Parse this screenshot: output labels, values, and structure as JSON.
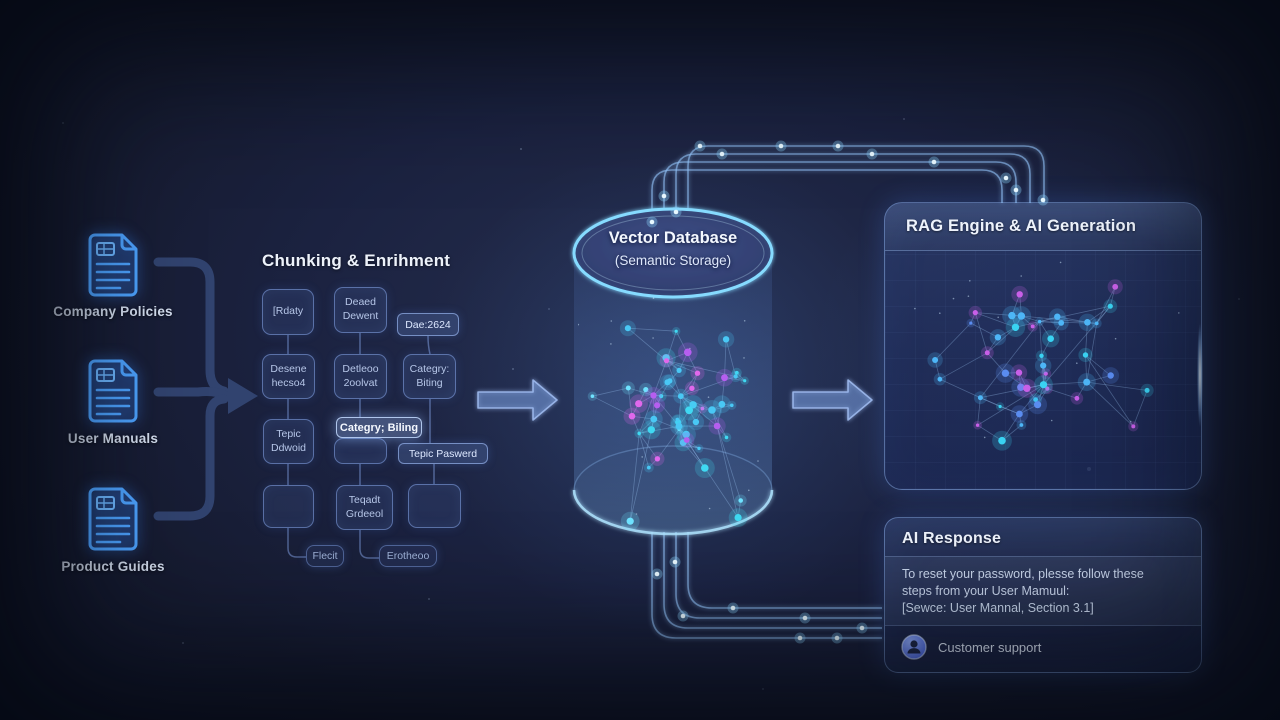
{
  "colors": {
    "background": "#1b2240",
    "accent_blue": "#4da3ff",
    "glow_cyan": "#5fd4ff",
    "node_cyan": "#3fd9f2",
    "node_magenta": "#d969e8",
    "panel_border": "#8fb4ff",
    "text_primary": "#eef3fc",
    "text_muted": "#c9d6ec"
  },
  "sources": {
    "items": [
      {
        "label": "Company Policies"
      },
      {
        "label": "User Manuals"
      },
      {
        "label": "Product Guides"
      }
    ]
  },
  "chunking": {
    "title": "Chunking & Enrihment",
    "col1_box1": "[Rdaty",
    "col1_box2": "Desene hecso4",
    "col1_box3": "Tepic Ddwoid",
    "col2_box1": "Deaed Dewent",
    "col2_box2": "Detleoo 2oolvat",
    "col2_box3": "Teqadt Grdeeol",
    "date_tag": "Dae:2624",
    "category_box": "Categry: Biting",
    "highlight_tag": "Categry; Biling",
    "password_tag": "Tepic Paswerd",
    "bottom_tag1": "Flecit",
    "bottom_tag2": "Erotheoo"
  },
  "vector_db": {
    "title": "Vector Database",
    "subtitle": "(Semantic Storage)"
  },
  "rag_panel": {
    "title": "RAG Engine & AI Generation"
  },
  "response_panel": {
    "title": "AI Response",
    "body_lines": [
      "To reset your password, plesse follow these",
      "steps from your User Mamuul:",
      "[Sewce: User Mannal, Section 3.1]"
    ],
    "footer_label": "Customer support"
  }
}
